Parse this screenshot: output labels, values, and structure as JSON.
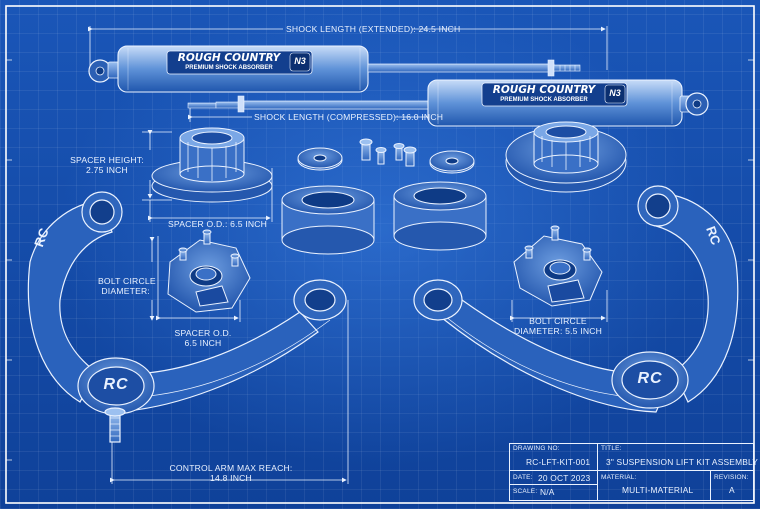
{
  "colors": {
    "paper": "#1a56b8",
    "line": "#eaf2ff",
    "border": "#ffffff"
  },
  "dimensions": {
    "shock_extended": "SHOCK LENGTH (EXTENDED): 24.5 INCH",
    "shock_compressed": "SHOCK LENGTH (COMPRESSED): 16.0 INCH",
    "spacer_height_line1": "SPACER HEIGHT:",
    "spacer_height_line2": "2.75 INCH",
    "spacer_od": "SPACER O.D.: 6.5 INCH",
    "bolt_circle_left_line1": "BOLT CIRCLE",
    "bolt_circle_left_line2": "DIAMETER:",
    "spacer_od2_line1": "SPACER O.D.",
    "spacer_od2_line2": "6.5 INCH",
    "bolt_circle_right_line1": "BOLT CIRCLE",
    "bolt_circle_right_line2": "DIAMETER: 5.5 INCH",
    "control_arm_line1": "CONTROL ARM MAX REACH:",
    "control_arm_line2": "14.8 INCH"
  },
  "shock_labels": {
    "brand": "ROUGH COUNTRY",
    "subtitle": "PREMIUM SHOCK ABSORBER",
    "logo": "N3"
  },
  "arm_badge": "RC",
  "title_block": {
    "drawing_no_label": "DRAWING NO:",
    "drawing_no": "RC-LFT-KIT-001",
    "title_label": "TITLE:",
    "title": "3\" SUSPENSION LIFT KIT ASSEMBLY",
    "date_label": "DATE:",
    "date": "20 OCT 2023",
    "material_label": "MATERIAL:",
    "material": "MULTI-MATERIAL",
    "revision_label": "REVISION:",
    "revision": "A",
    "scale_label": "SCALE:",
    "scale": "N/A"
  }
}
